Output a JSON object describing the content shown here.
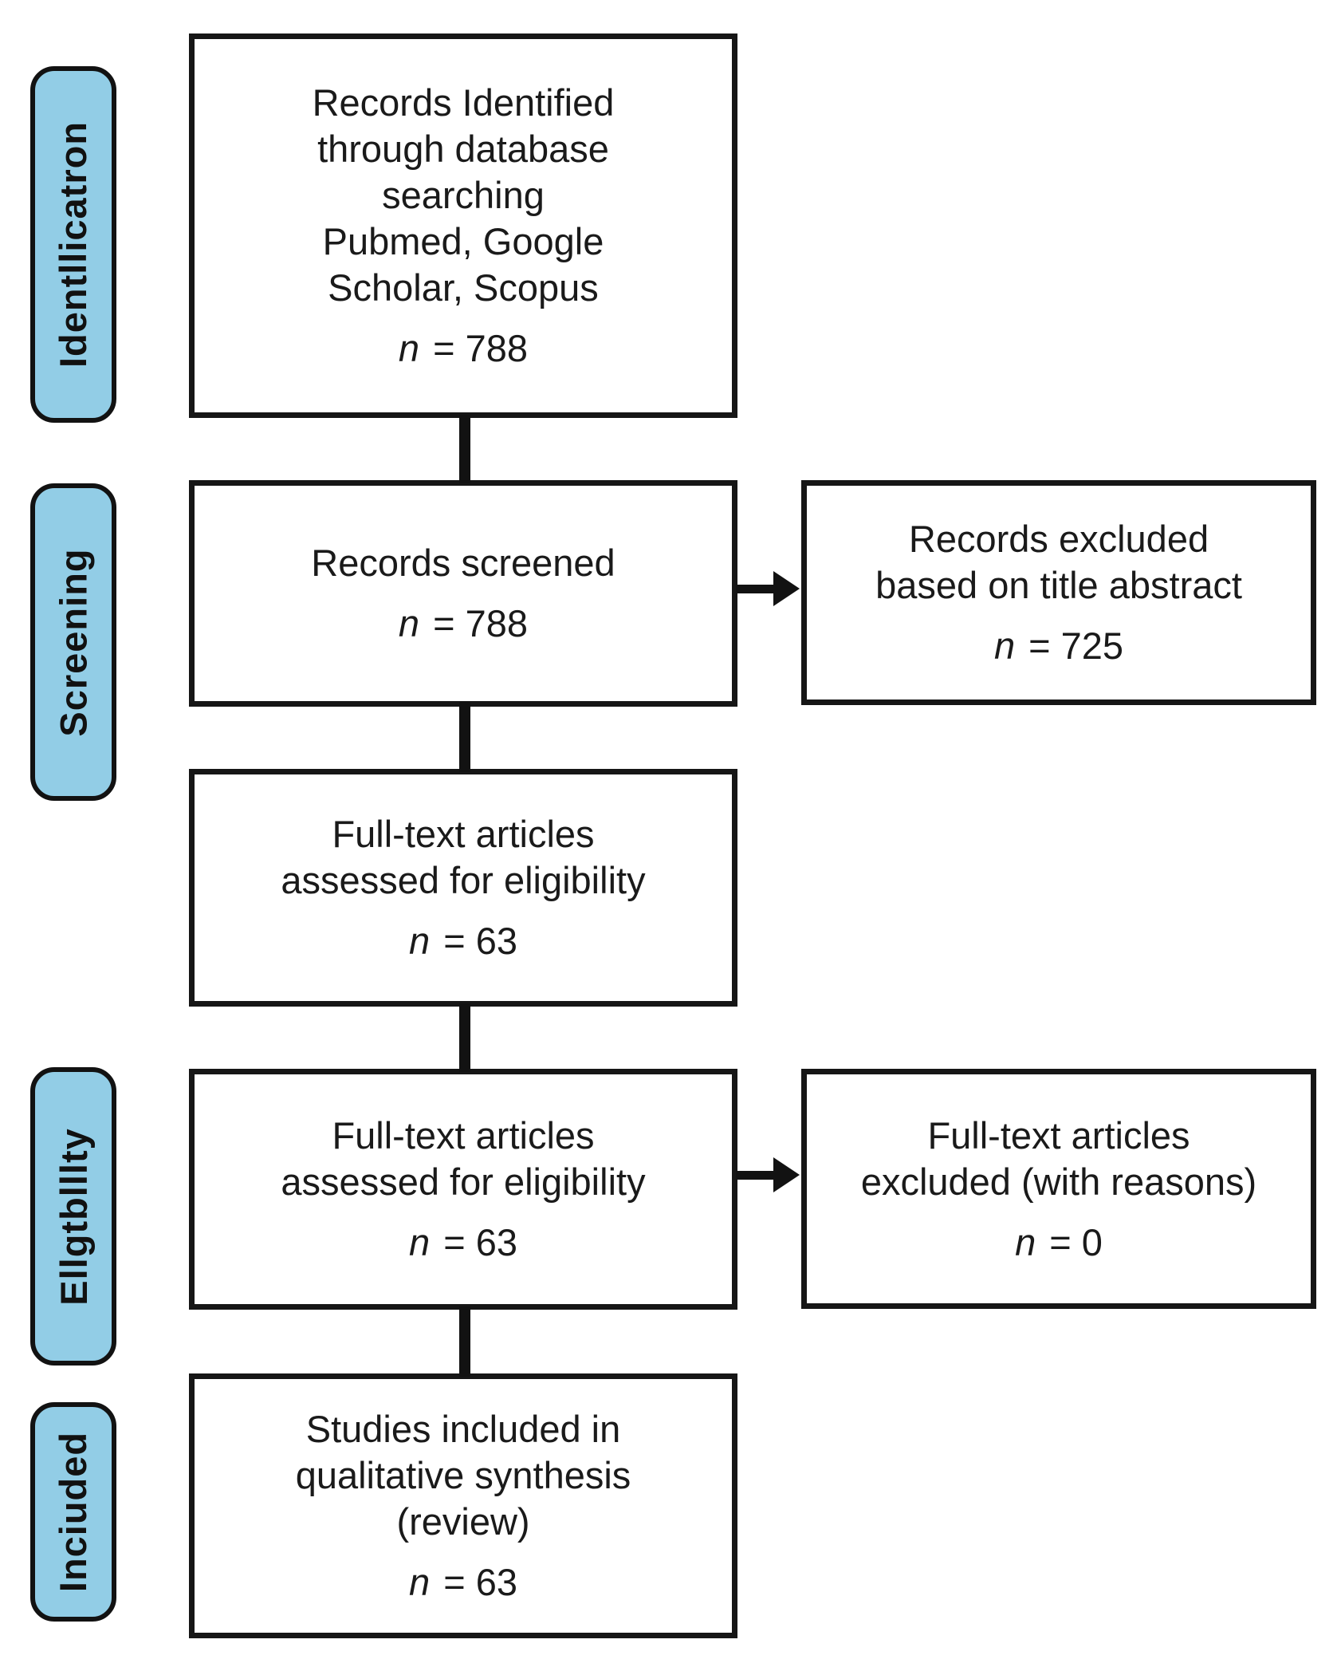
{
  "figure": {
    "kind": "prisma-flow-diagram",
    "accent_color": "#92cde6",
    "line_color": "#121212"
  },
  "stages": [
    {
      "label": "Identllicatron"
    },
    {
      "label": "Screening"
    },
    {
      "label": "Ellgtblllty"
    },
    {
      "label": "Inciuded"
    }
  ],
  "boxes": [
    {
      "id": "records-identified",
      "lines": [
        "Records Identified",
        "through database",
        "searching",
        "Pubmed, Google",
        "Scholar, Scopus"
      ],
      "n_text": "n = 788"
    },
    {
      "id": "records-screened",
      "lines": [
        "Records screened"
      ],
      "n_text": "n = 788"
    },
    {
      "id": "records-excluded",
      "lines": [
        "Records excluded",
        "based on title abstract"
      ],
      "n_text": "n = 725"
    },
    {
      "id": "fulltext-assessed-screening",
      "lines": [
        "Full-text articles",
        "assessed for eligibility"
      ],
      "n_text": "n = 63"
    },
    {
      "id": "fulltext-assessed-eligibility",
      "lines": [
        "Full-text articles",
        "assessed for eligibility"
      ],
      "n_text": "n = 63"
    },
    {
      "id": "fulltext-excluded",
      "lines": [
        "Full-text articles",
        "excluded (with reasons)"
      ],
      "n_text": "n = 0"
    },
    {
      "id": "studies-included",
      "lines": [
        "Studies included in",
        "qualitative synthesis",
        "(review)"
      ],
      "n_text": "n = 63"
    }
  ]
}
